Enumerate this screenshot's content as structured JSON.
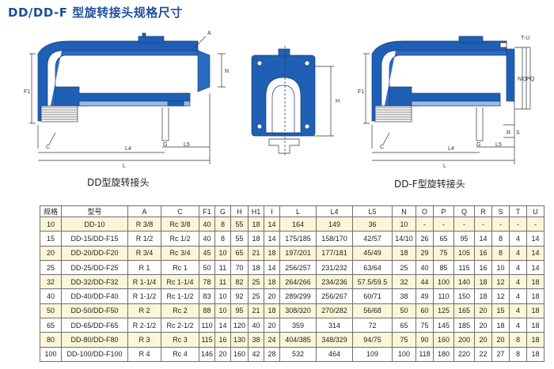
{
  "title": "DD/DD-F 型旋转接头规格尺寸",
  "captions": {
    "dd": "DD型旋转接头",
    "ddf": "DD-F型旋转接头"
  },
  "dimension_labels": {
    "a": "A",
    "n": "N",
    "f1": "F1",
    "c": "C",
    "l4": "L4",
    "g": "G",
    "l5": "L5",
    "l": "L",
    "h": "H",
    "tu": "T-U",
    "o": "O",
    "p": "P",
    "q": "Q",
    "r": "R",
    "s": "S"
  },
  "colors": {
    "title": "#1d4f9c",
    "body_blue": "#1f5fb5",
    "body_light": "#2a6cc4",
    "row_highlight": "#fbf6d8"
  },
  "table": {
    "headers": [
      "规格",
      "型号",
      "A",
      "C",
      "F1",
      "G",
      "H",
      "H1",
      "I",
      "L",
      "L4",
      "L5",
      "N",
      "O",
      "P",
      "Q",
      "R",
      "S",
      "T",
      "U"
    ],
    "rows": [
      [
        "10",
        "DD-10",
        "R 3/8",
        "Rc 3/8",
        "40",
        "8",
        "55",
        "18",
        "14",
        "164",
        "149",
        "36",
        "10",
        "-",
        "-",
        "-",
        "-",
        "-",
        "-",
        "-"
      ],
      [
        "15",
        "DD-15/DD-F15",
        "R 1/2",
        "Rc 1/2",
        "40",
        "8",
        "55",
        "18",
        "14",
        "175/185",
        "158/170",
        "42/57",
        "14/10",
        "26",
        "65",
        "95",
        "14",
        "8",
        "4",
        "14"
      ],
      [
        "20",
        "DD-20/DD-F20",
        "R 3/4",
        "Rc 3/4",
        "45",
        "10",
        "65",
        "21",
        "18",
        "197/201",
        "177/181",
        "45/49",
        "18",
        "29",
        "75",
        "105",
        "16",
        "8",
        "4",
        "14"
      ],
      [
        "25",
        "DD-25/DD-F25",
        "R 1",
        "Rc 1",
        "50",
        "11",
        "70",
        "18",
        "14",
        "256/257",
        "231/232",
        "63/64",
        "25",
        "40",
        "85",
        "115",
        "16",
        "10",
        "4",
        "14"
      ],
      [
        "32",
        "DD-32/DD-F32",
        "R 1-1/4",
        "Rc 1-1/4",
        "78",
        "11",
        "82",
        "25",
        "18",
        "264/266",
        "234/236",
        "57.5/59.5",
        "32",
        "44",
        "100",
        "140",
        "18",
        "12",
        "4",
        "18"
      ],
      [
        "40",
        "DD-40/DD-F40",
        "R 1-1/2",
        "Rc 1-1/2",
        "83",
        "10",
        "92",
        "25",
        "20",
        "289/299",
        "256/267",
        "60/71",
        "38",
        "49",
        "110",
        "150",
        "18",
        "12",
        "4",
        "18"
      ],
      [
        "50",
        "DD-50/DD-F50",
        "R 2",
        "Rc 2",
        "88",
        "10",
        "95",
        "21",
        "18",
        "308/320",
        "270/282",
        "56/68",
        "50",
        "60",
        "125",
        "165",
        "20",
        "15",
        "4",
        "18"
      ],
      [
        "65",
        "DD-65/DD-F65",
        "R 2-1/2",
        "Rc 2-1/2",
        "110",
        "14",
        "120",
        "40",
        "20",
        "359",
        "314",
        "72",
        "65",
        "75",
        "145",
        "185",
        "20",
        "18",
        "4",
        "18"
      ],
      [
        "80",
        "DD-80/DD-F80",
        "R 3",
        "Rc 3",
        "115",
        "16",
        "130",
        "38",
        "24",
        "404/385",
        "348/329",
        "94/75",
        "75",
        "90",
        "160",
        "200",
        "20",
        "20",
        "8",
        "18"
      ],
      [
        "100",
        "DD-100/DD-F100",
        "R 4",
        "Rc 4",
        "146",
        "20",
        "160",
        "42",
        "28",
        "532",
        "464",
        "109",
        "100",
        "118",
        "180",
        "220",
        "22",
        "27",
        "8",
        "18"
      ]
    ]
  }
}
